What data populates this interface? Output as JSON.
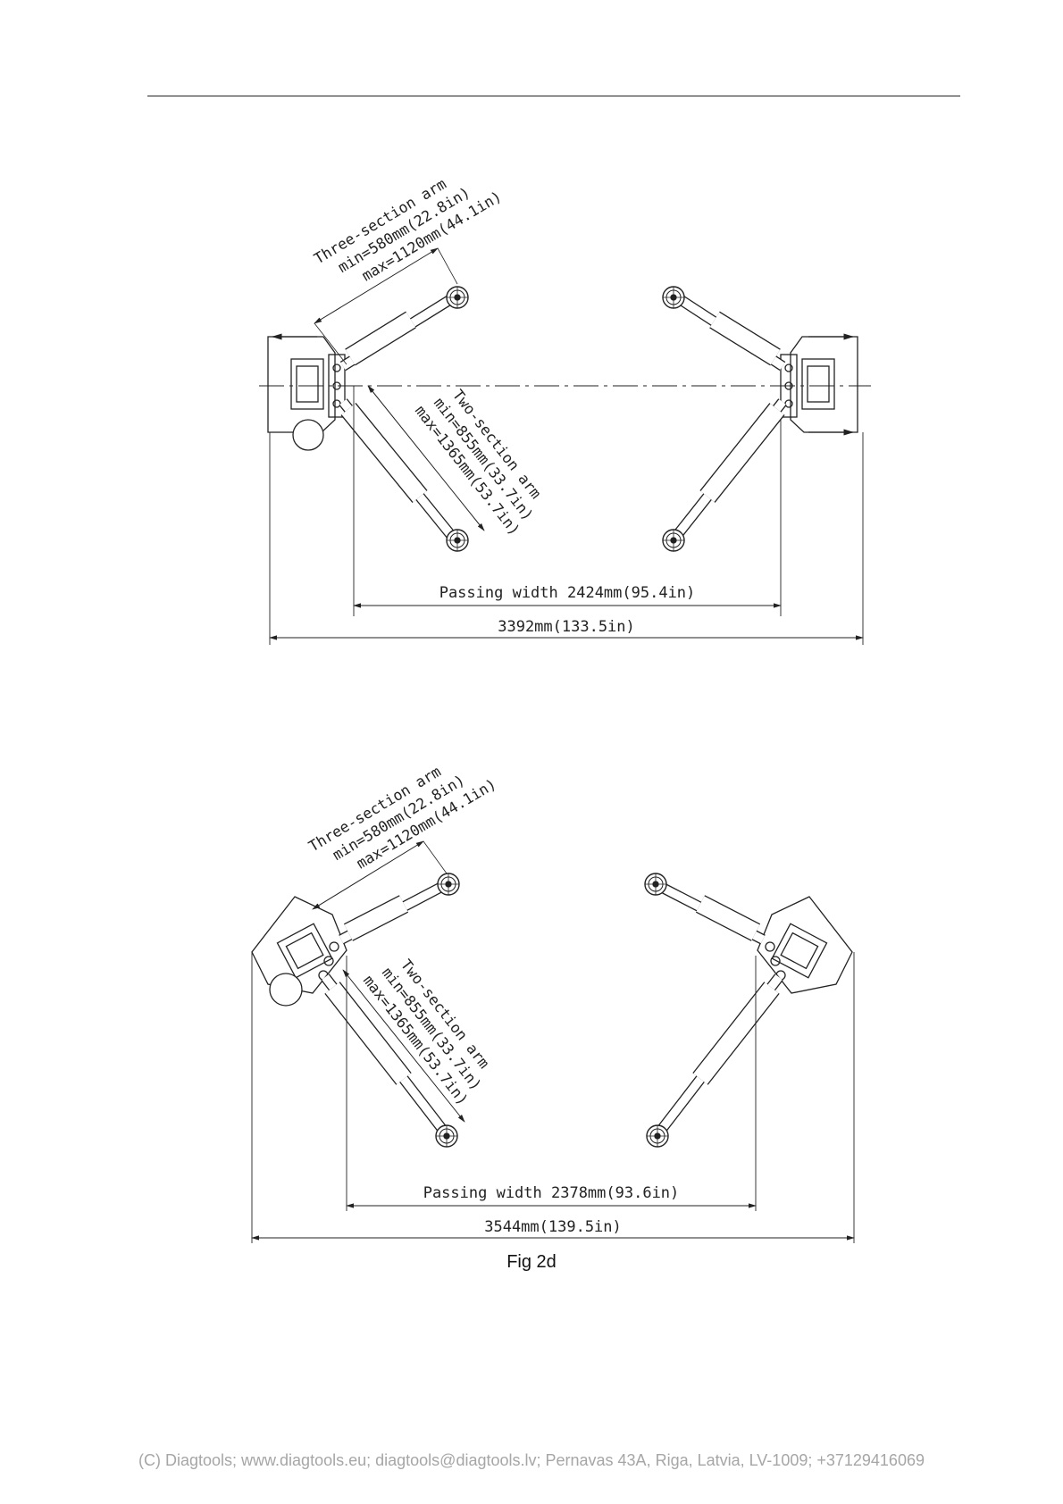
{
  "top_figure": {
    "three_section_arm": {
      "title": "Three-section arm",
      "min": "min=580mm(22.8in)",
      "max": "max=1120mm(44.1in)"
    },
    "two_section_arm": {
      "title": "Two-section arm",
      "min": "min=855mm(33.7in)",
      "max": "max=1365mm(53.7in)"
    },
    "passing_width": "Passing width 2424mm(95.4in)",
    "overall_width": "3392mm(133.5in)"
  },
  "bottom_figure": {
    "three_section_arm": {
      "title": "Three-section arm",
      "min": "min=580mm(22.8in)",
      "max": "max=1120mm(44.1in)"
    },
    "two_section_arm": {
      "title": "Two-section arm",
      "min": "min=855mm(33.7in)",
      "max": "max=1365mm(53.7in)"
    },
    "passing_width": "Passing width 2378mm(93.6in)",
    "overall_width": "3544mm(139.5in)"
  },
  "caption": "Fig 2d",
  "footer": "(C) Diagtools; www.diagtools.eu; diagtools@diagtools.lv; Pernavas 43A, Riga, Latvia, LV-1009; +37129416069"
}
